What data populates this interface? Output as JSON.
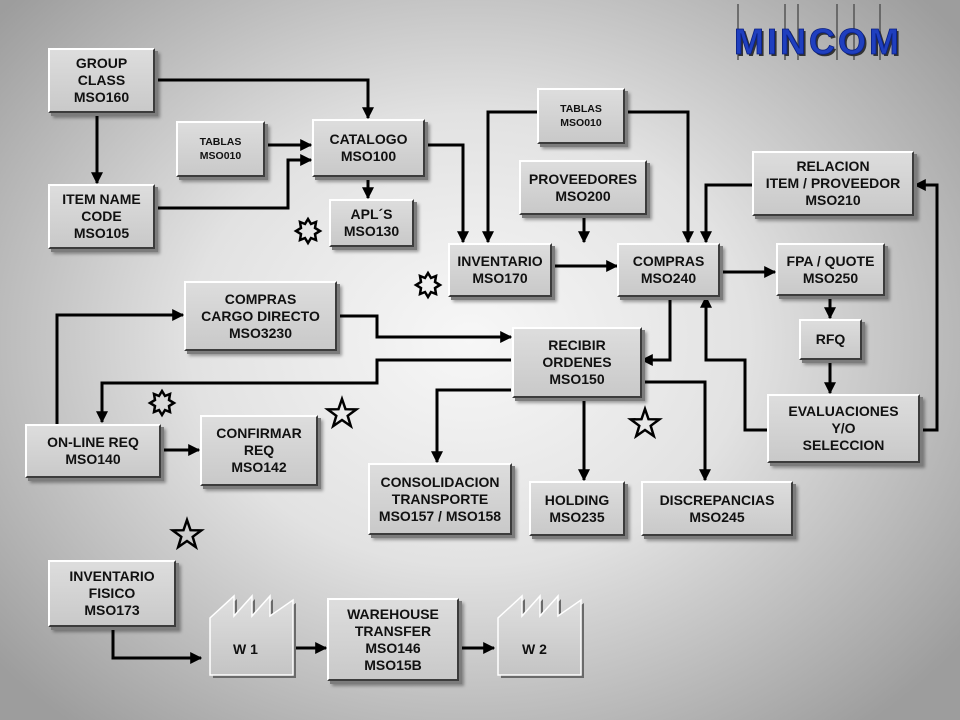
{
  "logo": {
    "text": "MINCOM",
    "color": "#1f3fbf"
  },
  "boxes": {
    "group_class": [
      "GROUP",
      "CLASS",
      "MSO160"
    ],
    "item_name": [
      "ITEM NAME",
      "CODE",
      "MSO105"
    ],
    "tablas_left": [
      "TABLAS",
      "MSO010"
    ],
    "catalogo": [
      "CATALOGO",
      "MSO100"
    ],
    "apls": [
      "APL´S",
      "MSO130"
    ],
    "tablas_top": [
      "TABLAS",
      "MSO010"
    ],
    "proveedores": [
      "PROVEEDORES",
      "MSO200"
    ],
    "relacion": [
      "RELACION",
      "ITEM / PROVEEDOR",
      "MSO210"
    ],
    "inventario": [
      "INVENTARIO",
      "MSO170"
    ],
    "compras": [
      "COMPRAS",
      "MSO240"
    ],
    "fpa_quote": [
      "FPA / QUOTE",
      "MSO250"
    ],
    "compras_cargo": [
      "COMPRAS",
      "CARGO DIRECTO",
      "MSO3230"
    ],
    "recibir": [
      "RECIBIR",
      "ORDENES",
      "MSO150"
    ],
    "rfq": [
      "RFQ"
    ],
    "evaluaciones": [
      "EVALUACIONES",
      "Y/O",
      "SELECCION"
    ],
    "online_req": [
      "ON-LINE REQ",
      "MSO140"
    ],
    "confirmar": [
      "CONFIRMAR",
      "REQ",
      "MSO142"
    ],
    "consolidacion": [
      "CONSOLIDACION",
      "TRANSPORTE",
      "MSO157 / MSO158"
    ],
    "holding": [
      "HOLDING",
      "MSO235"
    ],
    "discrepancias": [
      "DISCREPANCIAS",
      "MSO245"
    ],
    "inventario_fisico": [
      "INVENTARIO",
      "FISICO",
      "MSO173"
    ],
    "warehouse": [
      "WAREHOUSE",
      "TRANSFER",
      "MSO146",
      "MSO15B"
    ]
  },
  "factories": {
    "w1": "W 1",
    "w2": "W 2"
  },
  "colors": {
    "box_fill": "#d3d3d3",
    "line": "#000000"
  }
}
